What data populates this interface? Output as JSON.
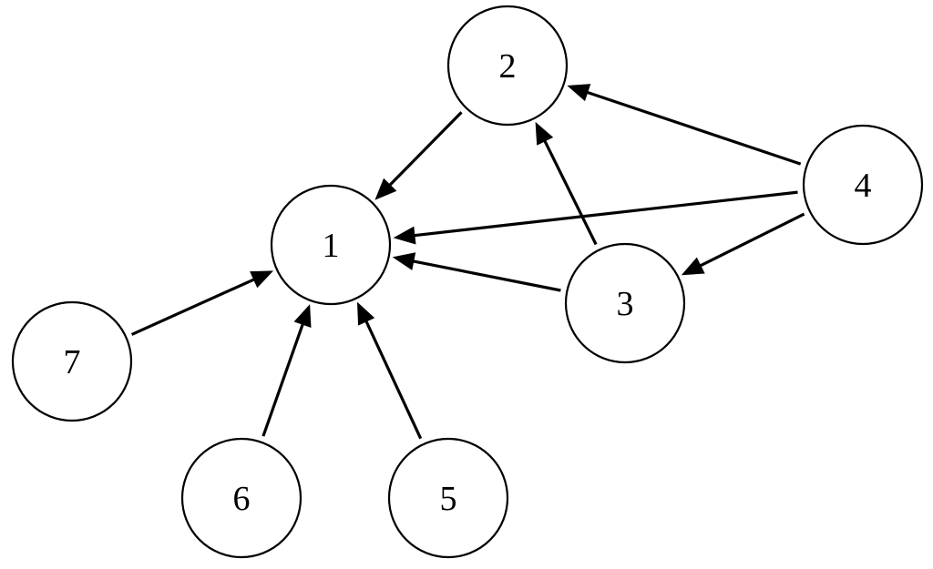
{
  "diagram": {
    "type": "directed-graph",
    "colors": {
      "stroke": "#000000",
      "fill": "#ffffff",
      "background": "#ffffff"
    },
    "nodes": [
      {
        "id": "1",
        "label": "1"
      },
      {
        "id": "2",
        "label": "2"
      },
      {
        "id": "3",
        "label": "3"
      },
      {
        "id": "4",
        "label": "4"
      },
      {
        "id": "5",
        "label": "5"
      },
      {
        "id": "6",
        "label": "6"
      },
      {
        "id": "7",
        "label": "7"
      }
    ],
    "edges": [
      {
        "from": "2",
        "to": "1"
      },
      {
        "from": "4",
        "to": "2"
      },
      {
        "from": "4",
        "to": "1"
      },
      {
        "from": "4",
        "to": "3"
      },
      {
        "from": "3",
        "to": "2"
      },
      {
        "from": "3",
        "to": "1"
      },
      {
        "from": "7",
        "to": "1"
      },
      {
        "from": "6",
        "to": "1"
      },
      {
        "from": "5",
        "to": "1"
      }
    ]
  }
}
